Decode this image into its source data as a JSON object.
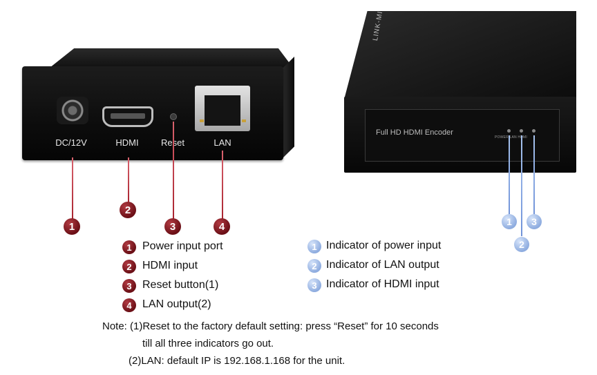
{
  "left_device": {
    "port_labels": [
      "DC/12V",
      "HDMI",
      "Reset",
      "LAN"
    ]
  },
  "right_device": {
    "front_label": "Full HD HDMI Encoder",
    "brand": "LINK-MI",
    "indicator_print": "POWER LAN HDMI"
  },
  "callouts_left": [
    "1",
    "2",
    "3",
    "4"
  ],
  "callouts_right": [
    "1",
    "2",
    "3"
  ],
  "legend_left": [
    {
      "num": "1",
      "text": "Power input port"
    },
    {
      "num": "2",
      "text": "HDMI input"
    },
    {
      "num": "3",
      "text": "Reset button(1)"
    },
    {
      "num": "4",
      "text": "LAN output(2)"
    }
  ],
  "legend_right": [
    {
      "num": "1",
      "text": "Indicator of power input"
    },
    {
      "num": "2",
      "text": "Indicator of LAN output"
    },
    {
      "num": "3",
      "text": "Indicator of HDMI input"
    }
  ],
  "notes": {
    "line1": "Note: (1)Reset to the factory default setting: press “Reset” for 10 seconds",
    "line2": "till all three indicators go out.",
    "line3": "(2)LAN: default IP is 192.168.1.168 for the unit."
  },
  "colors": {
    "red_badge": "#8b1a22",
    "blue_badge": "#9fb9e6",
    "device_body": "#111111"
  }
}
